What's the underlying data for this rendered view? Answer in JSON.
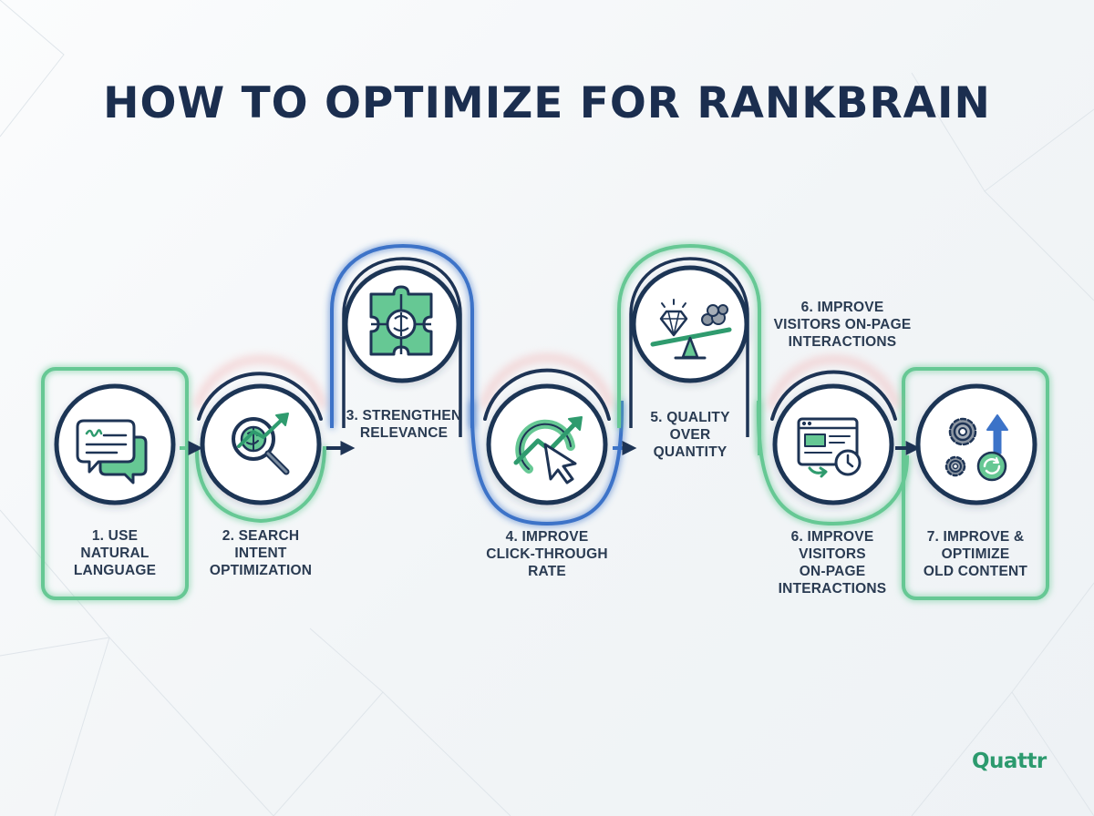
{
  "title": "HOW TO OPTIMIZE FOR RANKBRAIN",
  "colors": {
    "navy": "#1e3455",
    "green": "#66c894",
    "green_dark": "#2f9b6e",
    "blue": "#3c73c8",
    "red_glow": "#f2a7a7"
  },
  "steps": [
    {
      "icon": "chat-bubbles-signature-icon",
      "lines": [
        "1. USE",
        "NATURAL",
        "LANGUAGE"
      ]
    },
    {
      "icon": "magnifier-brain-growth-icon",
      "lines": [
        "2. SEARCH",
        "INTENT",
        "OPTIMIZATION"
      ]
    },
    {
      "icon": "puzzle-brain-icon",
      "lines": [
        "3. STRENGTHEN",
        "RELEVANCE"
      ]
    },
    {
      "icon": "cursor-growth-arrow-icon",
      "lines": [
        "4. IMPROVE",
        "CLICK-THROUGH",
        "RATE"
      ]
    },
    {
      "icon": "diamond-vs-rocks-scale-icon",
      "lines": [
        "5. QUALITY",
        "OVER",
        "QUANTITY"
      ]
    },
    {
      "icon": "browser-clock-icon",
      "lines": [
        "6. IMPROVE",
        "VISITORS",
        "ON-PAGE",
        "INTERACTIONS"
      ]
    },
    {
      "icon": "gears-refresh-icon",
      "lines": [
        "7. IMPROVE &",
        "OPTIMIZE",
        "OLD CONTENT"
      ]
    }
  ],
  "extra_label": {
    "lines": [
      "6. IMPROVE",
      "VISITORS ON-PAGE",
      "INTERACTIONS"
    ]
  },
  "logo": "Quattr"
}
